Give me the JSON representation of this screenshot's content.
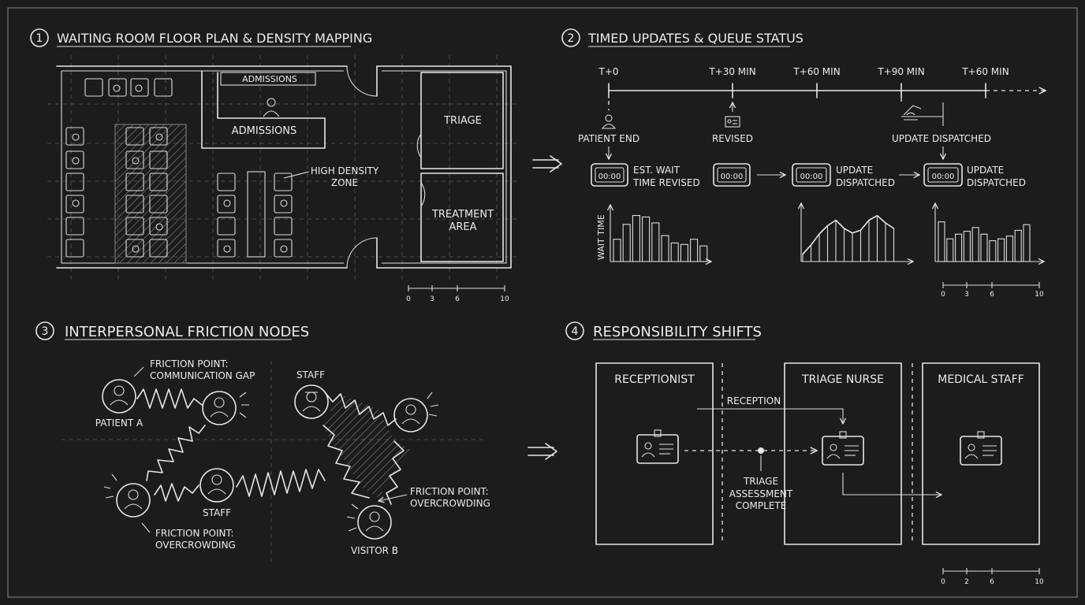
{
  "sections": {
    "s1": {
      "number": "1",
      "title": "WAITING ROOM FLOOR PLAN & DENSITY MAPPING"
    },
    "s2": {
      "number": "2",
      "title": "TIMED UPDATES & QUEUE STATUS"
    },
    "s3": {
      "number": "3",
      "title": "INTERPERSONAL FRICTION NODES"
    },
    "s4": {
      "number": "4",
      "title": "RESPONSIBILITY SHIFTS"
    }
  },
  "floorplan": {
    "admissions_top": "ADMISSIONS",
    "admissions_desk": "ADMISSIONS",
    "triage": "TRIAGE",
    "treatment_1": "TREATMENT",
    "treatment_2": "AREA",
    "density_1": "HIGH DENSITY",
    "density_2": "ZONE",
    "scale": [
      "0",
      "3",
      "6",
      "10"
    ]
  },
  "timeline": {
    "ticks": [
      "T+0",
      "T+30 MIN",
      "T+60 MIN",
      "T+90 MIN",
      "T+60 MIN"
    ],
    "patient_end": "PATIENT END",
    "revised": "REVISED",
    "update_dispatched_top": "UPDATE DISPATCHED",
    "est_wait_1": "EST. WAIT",
    "est_wait_2": "TIME REVISED",
    "update_a_1": "UPDATE",
    "update_a_2": "DISPATCHED",
    "update_b_1": "UPDATE",
    "update_b_2": "DISPATCHED",
    "clock_text": "00:00",
    "wait_time_label": "WAIT TIME",
    "scale": [
      "0",
      "3",
      "6",
      "10"
    ]
  },
  "chart_data": [
    {
      "type": "bar",
      "ylabel": "WAIT TIME",
      "values": [
        3,
        5,
        6.2,
        6,
        5.2,
        3.5,
        2.5,
        2.3,
        3,
        2.1
      ]
    },
    {
      "type": "area",
      "values": [
        0.8,
        1.8,
        3,
        3.9,
        4.5,
        3.6,
        3.1,
        3.4,
        4.5,
        5,
        4.2,
        3.6
      ]
    },
    {
      "type": "bar",
      "values": [
        4.2,
        2.4,
        2.9,
        3.2,
        3.6,
        2.9,
        2.2,
        2.4,
        2.7,
        3.3,
        3.9
      ]
    }
  ],
  "friction": {
    "fp_comm_1": "FRICTION POINT:",
    "fp_comm_2": "COMMUNICATION GAP",
    "patient_a": "PATIENT A",
    "staff_top": "STAFF",
    "staff_mid": "STAFF",
    "fp_over_left_1": "FRICTION POINT:",
    "fp_over_left_2": "OVERCROWDING",
    "fp_over_right_1": "FRICTION POINT:",
    "fp_over_right_2": "OVERCROWDING",
    "visitor_b": "VISITOR B"
  },
  "shifts": {
    "receptionist": "RECEPTIONIST",
    "triage_nurse": "TRIAGE NURSE",
    "medical_staff": "MEDICAL STAFF",
    "reception": "RECEPTION",
    "triage_1": "TRIAGE",
    "triage_2": "ASSESSMENT",
    "triage_3": "COMPLETE",
    "scale": [
      "0",
      "2",
      "6",
      "10"
    ]
  }
}
